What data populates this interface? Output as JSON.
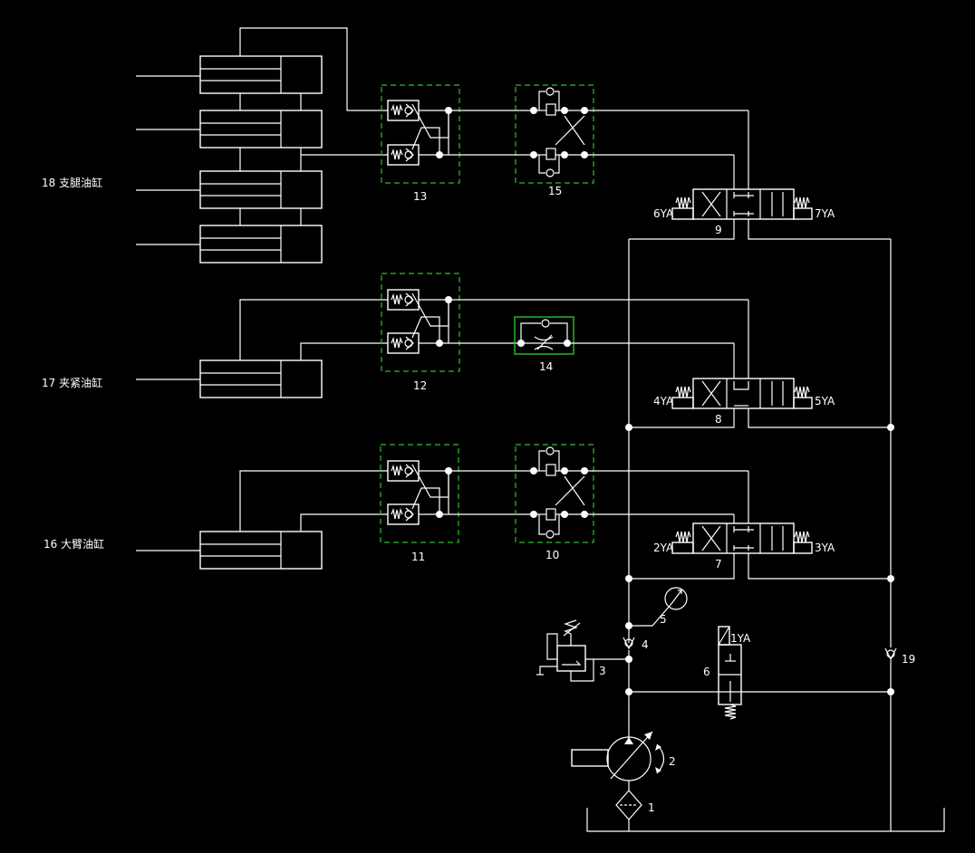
{
  "labels": {
    "c18": "18 支腿油缸",
    "c17": "17 夹紧油缸",
    "c16": "16 大臂油缸",
    "n1": "1",
    "n2": "2",
    "n3": "3",
    "n4": "4",
    "n5": "5",
    "n6": "6",
    "n7": "7",
    "n8": "8",
    "n9": "9",
    "n10": "10",
    "n11": "11",
    "n12": "12",
    "n13": "13",
    "n14": "14",
    "n15": "15",
    "n19": "19",
    "s1": "1YA",
    "s2": "2YA",
    "s3": "3YA",
    "s4": "4YA",
    "s5": "5YA",
    "s6": "6YA",
    "s7": "7YA"
  },
  "colors": {
    "background": "#000000",
    "lines": "#ffffff",
    "dashed_boxes": "#2bbf2b"
  }
}
